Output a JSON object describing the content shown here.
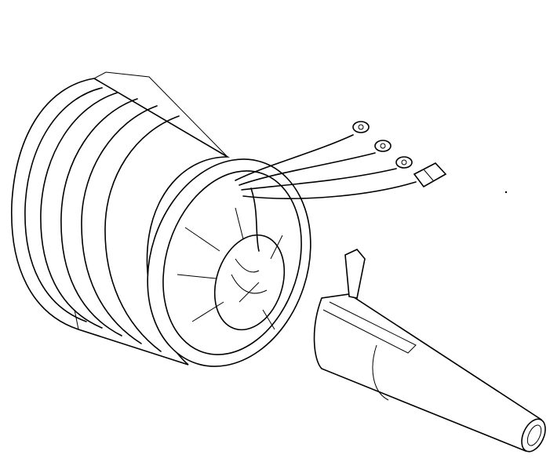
{
  "figure": {
    "style": "line-art",
    "colors": {
      "stroke": "#000000",
      "background": "#ffffff"
    },
    "parts": [
      "motor-drum",
      "wire-harness",
      "ring-terminals",
      "connector-plug",
      "cone-cover"
    ]
  }
}
